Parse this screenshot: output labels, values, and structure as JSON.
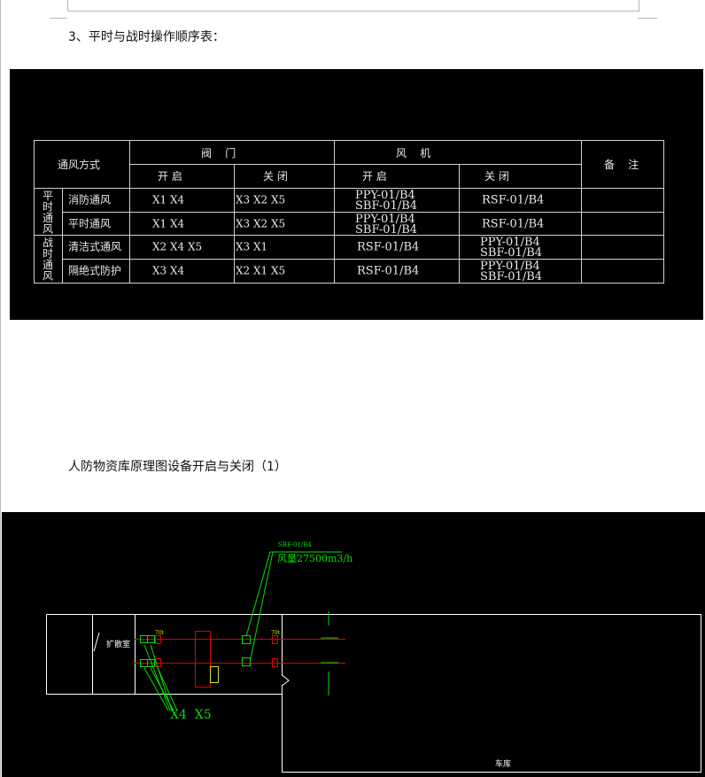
{
  "section_heading": "3、平时与战时操作顺序表：",
  "table": {
    "header_mode": "通风方式",
    "header_valve": "阀    门",
    "header_fan": "风    机",
    "header_remark": "备    注",
    "sub_open": "开 启",
    "sub_close": "关 闭",
    "group_peace": [
      "平",
      "时",
      "通",
      "风"
    ],
    "group_war": [
      "战",
      "时",
      "通",
      "风"
    ],
    "rows": [
      {
        "mode": "消防通风",
        "valve_open": "X1  X4",
        "valve_close": "X3  X2  X5",
        "fan_open": [
          "PPY-01/B4",
          "SBF-01/B4"
        ],
        "fan_close": [
          "RSF-01/B4"
        ]
      },
      {
        "mode": "平时通风",
        "valve_open": "X1  X4",
        "valve_close": "X3  X2  X5",
        "fan_open": [
          "PPY-01/B4",
          "SBF-01/B4"
        ],
        "fan_close": [
          "RSF-01/B4"
        ]
      },
      {
        "mode": "清洁式通风",
        "valve_open": "X2  X4  X5",
        "valve_close": "X3  X1",
        "fan_open": [
          "RSF-01/B4"
        ],
        "fan_close": [
          "PPY-01/B4",
          "SBF-01/B4"
        ]
      },
      {
        "mode": "隔绝式防护",
        "valve_open": "X3  X4",
        "valve_close": "X2  X1  X5",
        "fan_open": [
          "RSF-01/B4"
        ],
        "fan_close": [
          "PPY-01/B4",
          "SBF-01/B4"
        ]
      }
    ]
  },
  "diagram_heading": "人防物资库原理图设备开启与关闭（1）",
  "diagram": {
    "fan_tag": "SBF-01/B4",
    "flow_label": "风量27500m3/h",
    "valve_label": "X4  X5",
    "room_left": "扩散室",
    "room_right": "车库",
    "small_tag": "70t",
    "colors": {
      "line": "#ffffff",
      "green": "#00e000",
      "red": "#e00000",
      "yellow": "#e0e000"
    }
  }
}
